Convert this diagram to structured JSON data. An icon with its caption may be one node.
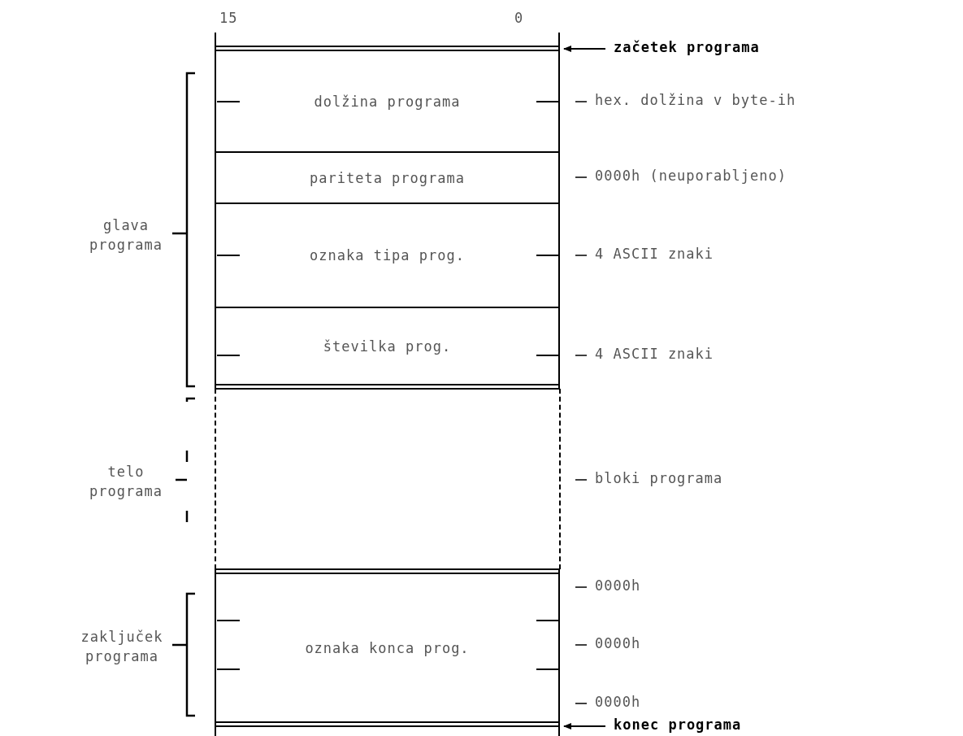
{
  "diagram": {
    "nodes": [
      {
        "text": [
          "dolžina programa"
        ]
      },
      {
        "text": [
          "pariteta programa"
        ]
      },
      {
        "text": [
          "oznaka tipa prog."
        ]
      },
      {
        "text": [
          "številka prog."
        ]
      },
      {
        "text": [],
        "shape": "box"
      },
      {
        "text": [
          "oznaka konca prog."
        ]
      },
      {
        "text": [
          "začetek programa"
        ]
      },
      {
        "text": [
          "konec programa"
        ]
      }
    ],
    "edges": [
      {
        "from": 6,
        "to": null,
        "arrow": "to"
      },
      {
        "from": 7,
        "to": null,
        "arrow": "to"
      }
    ],
    "labels": [
      "15",
      "0",
      "hex. dolžina v byte-ih",
      "0000h (neuporabljeno)",
      "glava programa",
      "4 ASCII znaki",
      "4 ASCII znaki",
      "telo programa",
      "bloki programa",
      "0000h",
      "zaključek programa",
      "0000h",
      "0000h"
    ]
  }
}
